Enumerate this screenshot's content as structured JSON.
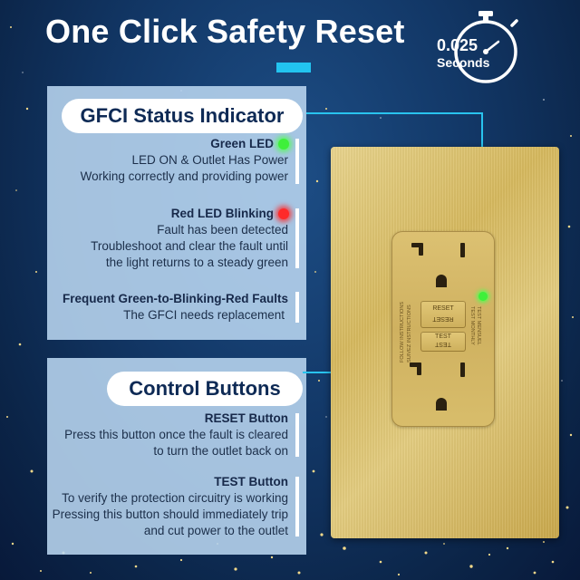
{
  "header": {
    "title": "One Click Safety Reset",
    "timer_value": "0.025",
    "timer_unit": "Seconds",
    "accent_color": "#22c4f0"
  },
  "status_section": {
    "heading": "GFCI Status Indicator",
    "items": [
      {
        "title": "Green LED",
        "led": "green",
        "lines": [
          "LED ON & Outlet Has Power",
          "Working correctly and providing power"
        ]
      },
      {
        "title": "Red LED Blinking",
        "led": "red",
        "lines": [
          "Fault has been detected",
          "Troubleshoot and clear the fault until",
          "the light returns to a steady green"
        ]
      },
      {
        "title": "Frequent Green-to-Blinking-Red Faults",
        "lines": [
          "The GFCI needs replacement"
        ]
      }
    ]
  },
  "controls_section": {
    "heading": "Control Buttons",
    "items": [
      {
        "title": "RESET Button",
        "lines": [
          "Press this button once the fault is cleared",
          "to turn the outlet back on"
        ]
      },
      {
        "title": "TEST Button",
        "lines": [
          "To verify the protection circuitry is working",
          "Pressing this button should immediately trip",
          "and cut power to the outlet"
        ]
      }
    ]
  },
  "outlet": {
    "reset_label": "RESET",
    "test_label": "TEST",
    "left_text_1": "FOLLOW INSTRUCTIONS",
    "left_text_2": "SUIVEZ INSTRUCTIONS",
    "right_text_1": "TEST MENSUEL",
    "right_text_2": "TEST MONTHLY"
  },
  "colors": {
    "led_green": "#3ef03a",
    "led_red": "#ff2a2a",
    "panel": "#bad6f0",
    "plate_gold": "#d6b95f"
  }
}
